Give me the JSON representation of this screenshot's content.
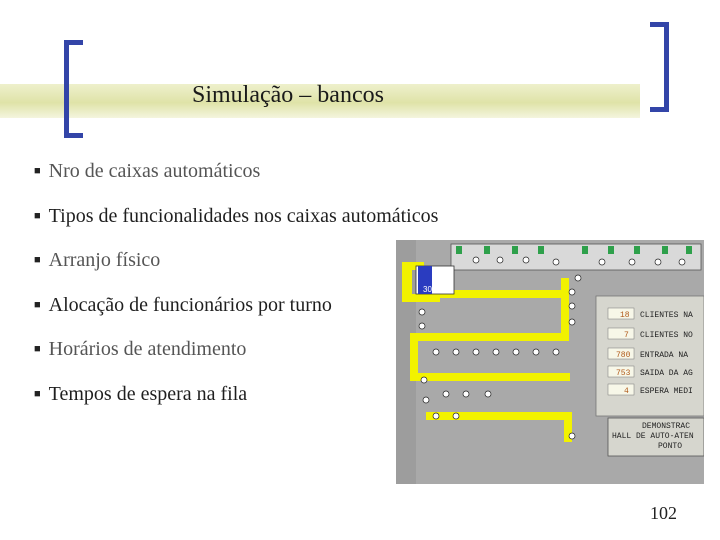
{
  "slide": {
    "title": "Simulação – bancos",
    "page_number": "102"
  },
  "bullets": [
    "Nro de caixas automáticos",
    "Tipos de funcionalidades nos caixas automáticos",
    "Arranjo físico",
    "Alocação de funcionários por turno",
    "Horários de atendimento",
    "Tempos de espera na fila"
  ],
  "simulation": {
    "panel_values": [
      "18",
      "7",
      "780",
      "753",
      "4"
    ],
    "panel_labels": [
      "CLIENTES NA",
      "CLIENTES NO",
      "ENTRADA NA",
      "SAIDA DA AG",
      "ESPERA MEDI"
    ],
    "demo_lines": [
      "DEMONSTRAC",
      "HALL DE AUTO-ATEN",
      "PONTO"
    ],
    "booth_label": "30"
  },
  "colors": {
    "accent": "#3345a8",
    "floor": "#a9a9a9",
    "path": "#f2f200",
    "panel": "#d6d6ce"
  }
}
